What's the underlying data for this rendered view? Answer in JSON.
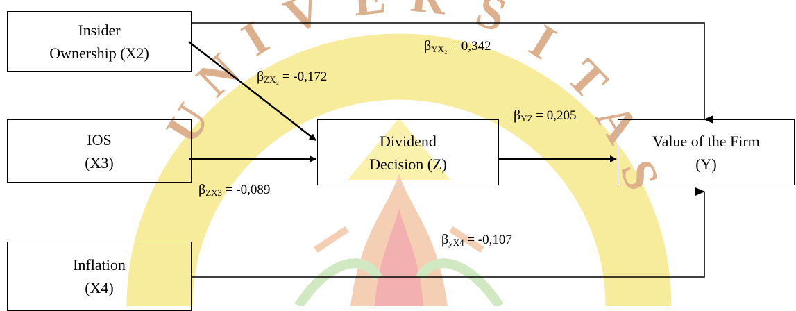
{
  "watermark": {
    "text": "UNIVERSITAS",
    "colors": {
      "fill": "#f6e98a",
      "rust": "#d7a37a",
      "red": "#ef8a8a",
      "green": "#a8d89a"
    }
  },
  "nodes": {
    "x2": {
      "line1": "Insider",
      "line2": "Ownership (X2)"
    },
    "x3": {
      "line1": "IOS",
      "line2": "(X3)"
    },
    "x4": {
      "line1": "Inflation",
      "line2": "(X4)"
    },
    "z": {
      "line1": "Dividend",
      "line2": "Decision (Z)"
    },
    "y": {
      "line1": "Value of the Firm",
      "line2": "(Y)"
    }
  },
  "coefficients": {
    "zx2": {
      "symbol": "β",
      "sub": "ZX₂",
      "value": "= -0,172"
    },
    "yx2": {
      "symbol": "β",
      "sub": "YX₂",
      "value": "= 0,342"
    },
    "yz": {
      "symbol": "β",
      "sub": "YZ",
      "value": "= 0,205"
    },
    "zx3": {
      "symbol": "β",
      "sub": "ZX3",
      "value": "= -0,089"
    },
    "yx4": {
      "symbol": "β",
      "sub": "yX4",
      "value": "= -0,107"
    }
  }
}
